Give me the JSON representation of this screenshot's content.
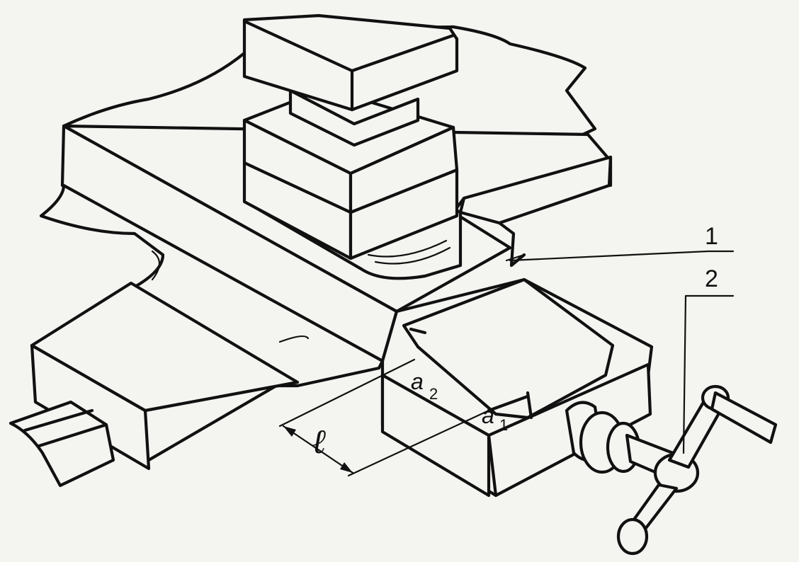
{
  "labels": {
    "part_1": "1",
    "part_2": "2",
    "angle_a": "a",
    "angle_a_sub_2": "2",
    "angle_a_sub_1": "1",
    "length": "ℓ"
  }
}
